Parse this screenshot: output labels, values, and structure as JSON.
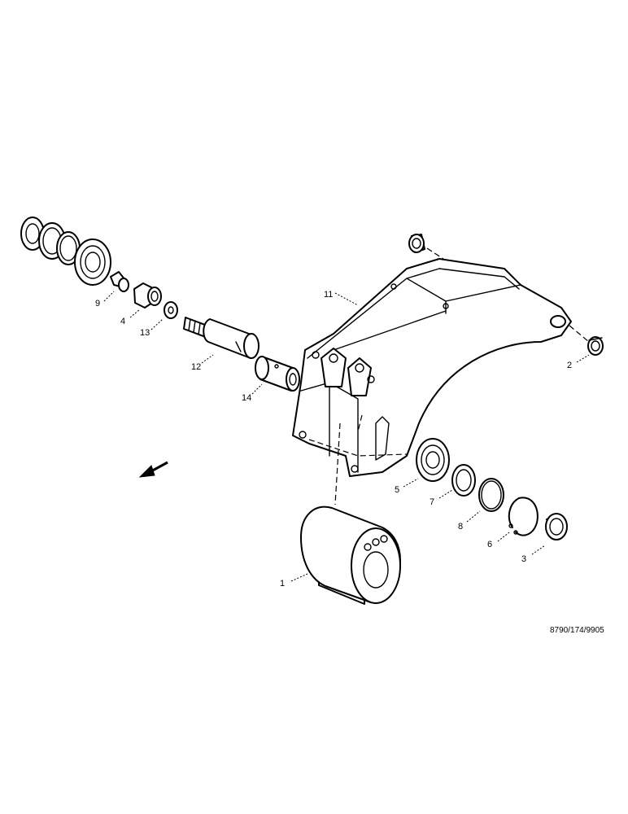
{
  "callouts": {
    "c1": "1",
    "c2": "2",
    "c3": "3",
    "c4": "4",
    "c5": "5",
    "c6": "6",
    "c7": "7",
    "c8": "8",
    "c9": "9",
    "c11": "11",
    "c12": "12",
    "c13": "13",
    "c14": "14"
  },
  "drawing_ref": "8790/174/9905"
}
